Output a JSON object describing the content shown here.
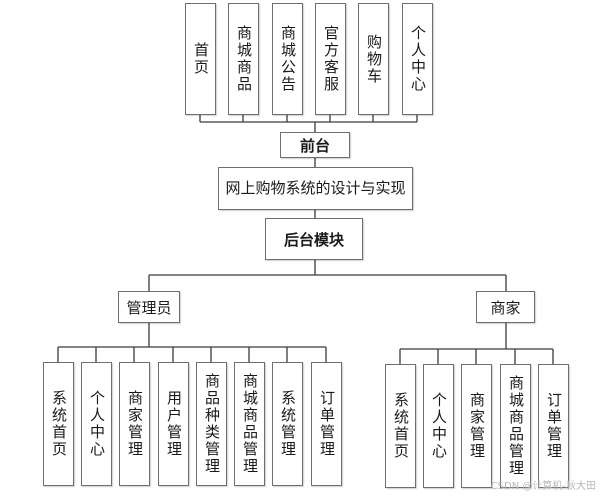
{
  "diagram": {
    "frontend_items": [
      "首页",
      "商城商品",
      "商城公告",
      "官方客服",
      "购物车",
      "个人中心"
    ],
    "frontend_label": "前台",
    "system_title": "网上购物系统的设计与实现",
    "backend_label": "后台模块",
    "roles": [
      {
        "label": "管理员",
        "items": [
          "系统首页",
          "个人中心",
          "商家管理",
          "用户管理",
          "商品种类管理",
          "商城商品管理",
          "系统管理",
          "订单管理"
        ]
      },
      {
        "label": "商家",
        "items": [
          "系统首页",
          "个人中心",
          "商家管理",
          "商城商品管理",
          "订单管理"
        ]
      }
    ]
  },
  "watermark": "CSDN @计算机-秋大田"
}
